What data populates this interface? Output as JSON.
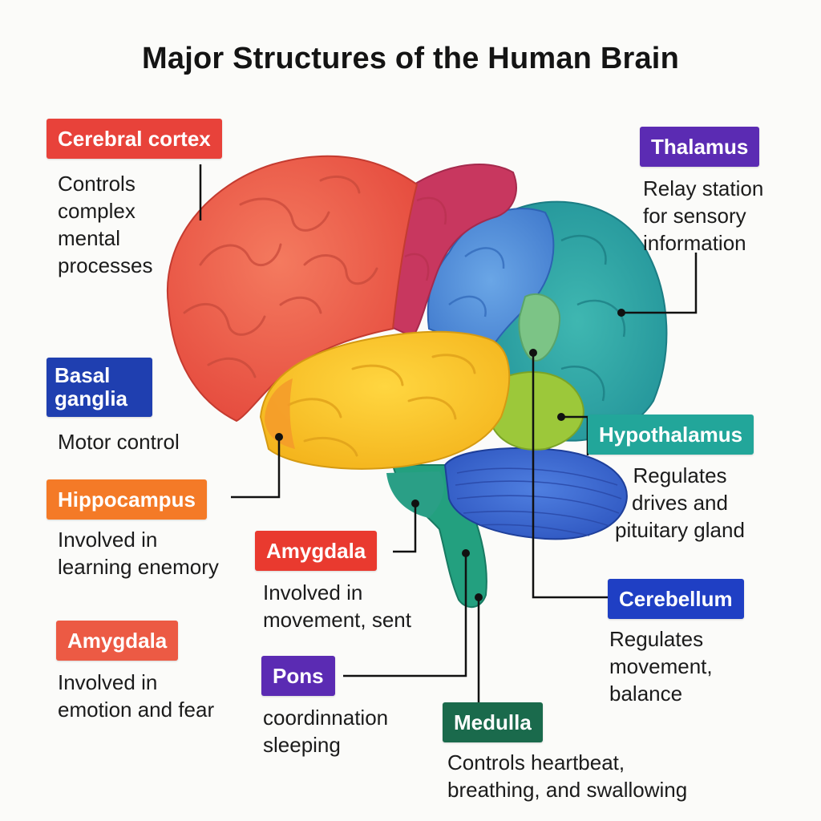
{
  "title": "Major Structures of the Human Brain",
  "colors": {
    "cortex": "#e8423a",
    "basal_ganglia": "#1f3fb0",
    "hippocampus": "#f47a27",
    "amygdala_upper": "#e93a2f",
    "amygdala_lower": "#ec5a44",
    "pons": "#5b2bb3",
    "medulla": "#1a6a4c",
    "thalamus": "#5b2bb3",
    "hypothalamus": "#22a69a",
    "cerebellum": "#1f3fc4"
  },
  "structures": {
    "cerebral_cortex": {
      "label": "Cerebral cortex",
      "desc": "Controls\ncomplex\nmental\nprocesses"
    },
    "basal_ganglia": {
      "label": "Basal\nganglia",
      "desc": "Motor control"
    },
    "hippocampus": {
      "label": "Hippocampus",
      "desc": "Involved in\nlearning enemory"
    },
    "amygdala_upper": {
      "label": "Amygdala",
      "desc": "Involved in\nmovement, sent"
    },
    "amygdala_lower": {
      "label": "Amygdala",
      "desc": "Involved in\nemotion and fear"
    },
    "pons": {
      "label": "Pons",
      "desc": "coordinnation\nsleeping"
    },
    "medulla": {
      "label": "Medulla",
      "desc": "Controls heartbeat,\nbreathing, and swallowing"
    },
    "thalamus": {
      "label": "Thalamus",
      "desc": "Relay station\nfor sensory\ninformation"
    },
    "hypothalamus": {
      "label": "Hypothalamus",
      "desc": "Regulates\ndrives and\npituitary gland"
    },
    "cerebellum": {
      "label": "Cerebellum",
      "desc": "Regulates\nmovement,\nbalance"
    }
  }
}
